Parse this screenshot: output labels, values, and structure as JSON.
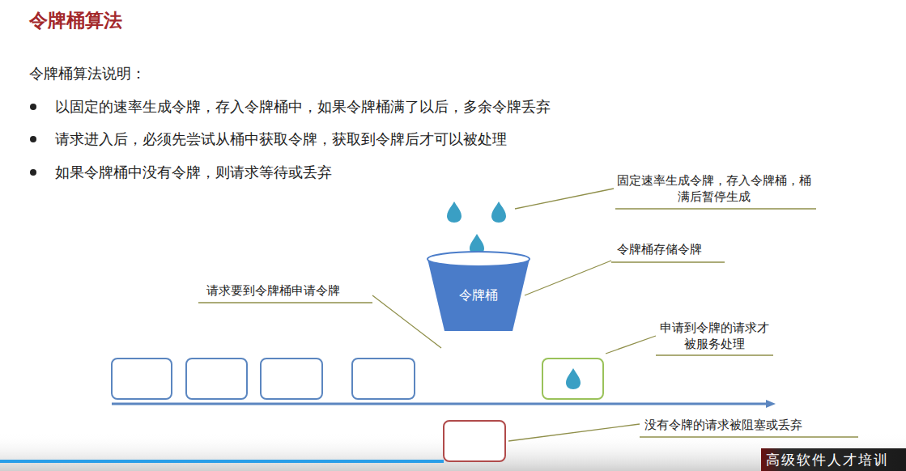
{
  "diagram": {
    "title": "令牌桶算法",
    "nodes": [
      {
        "text": [
          "令牌桶"
        ]
      }
    ],
    "labels": [
      "令牌桶算法说明：",
      "以固定的速率生成令牌，存入令牌桶中，如果令牌桶满了以后，多余令牌丢弃",
      "请求进入后，必须先尝试从桶中获取令牌，获取到令牌后才可以被处理",
      "如果令牌桶中没有令牌，则请求等待或丢弃",
      "固定速率生成令牌，存入令牌桶，桶满后暂停生成",
      "令牌桶存储令牌",
      "请求要到令牌桶申请令牌",
      "申请到令牌的请求才被服务处理",
      "没有令牌的请求被阻塞或丢弃",
      "高级软件人才培训"
    ]
  }
}
